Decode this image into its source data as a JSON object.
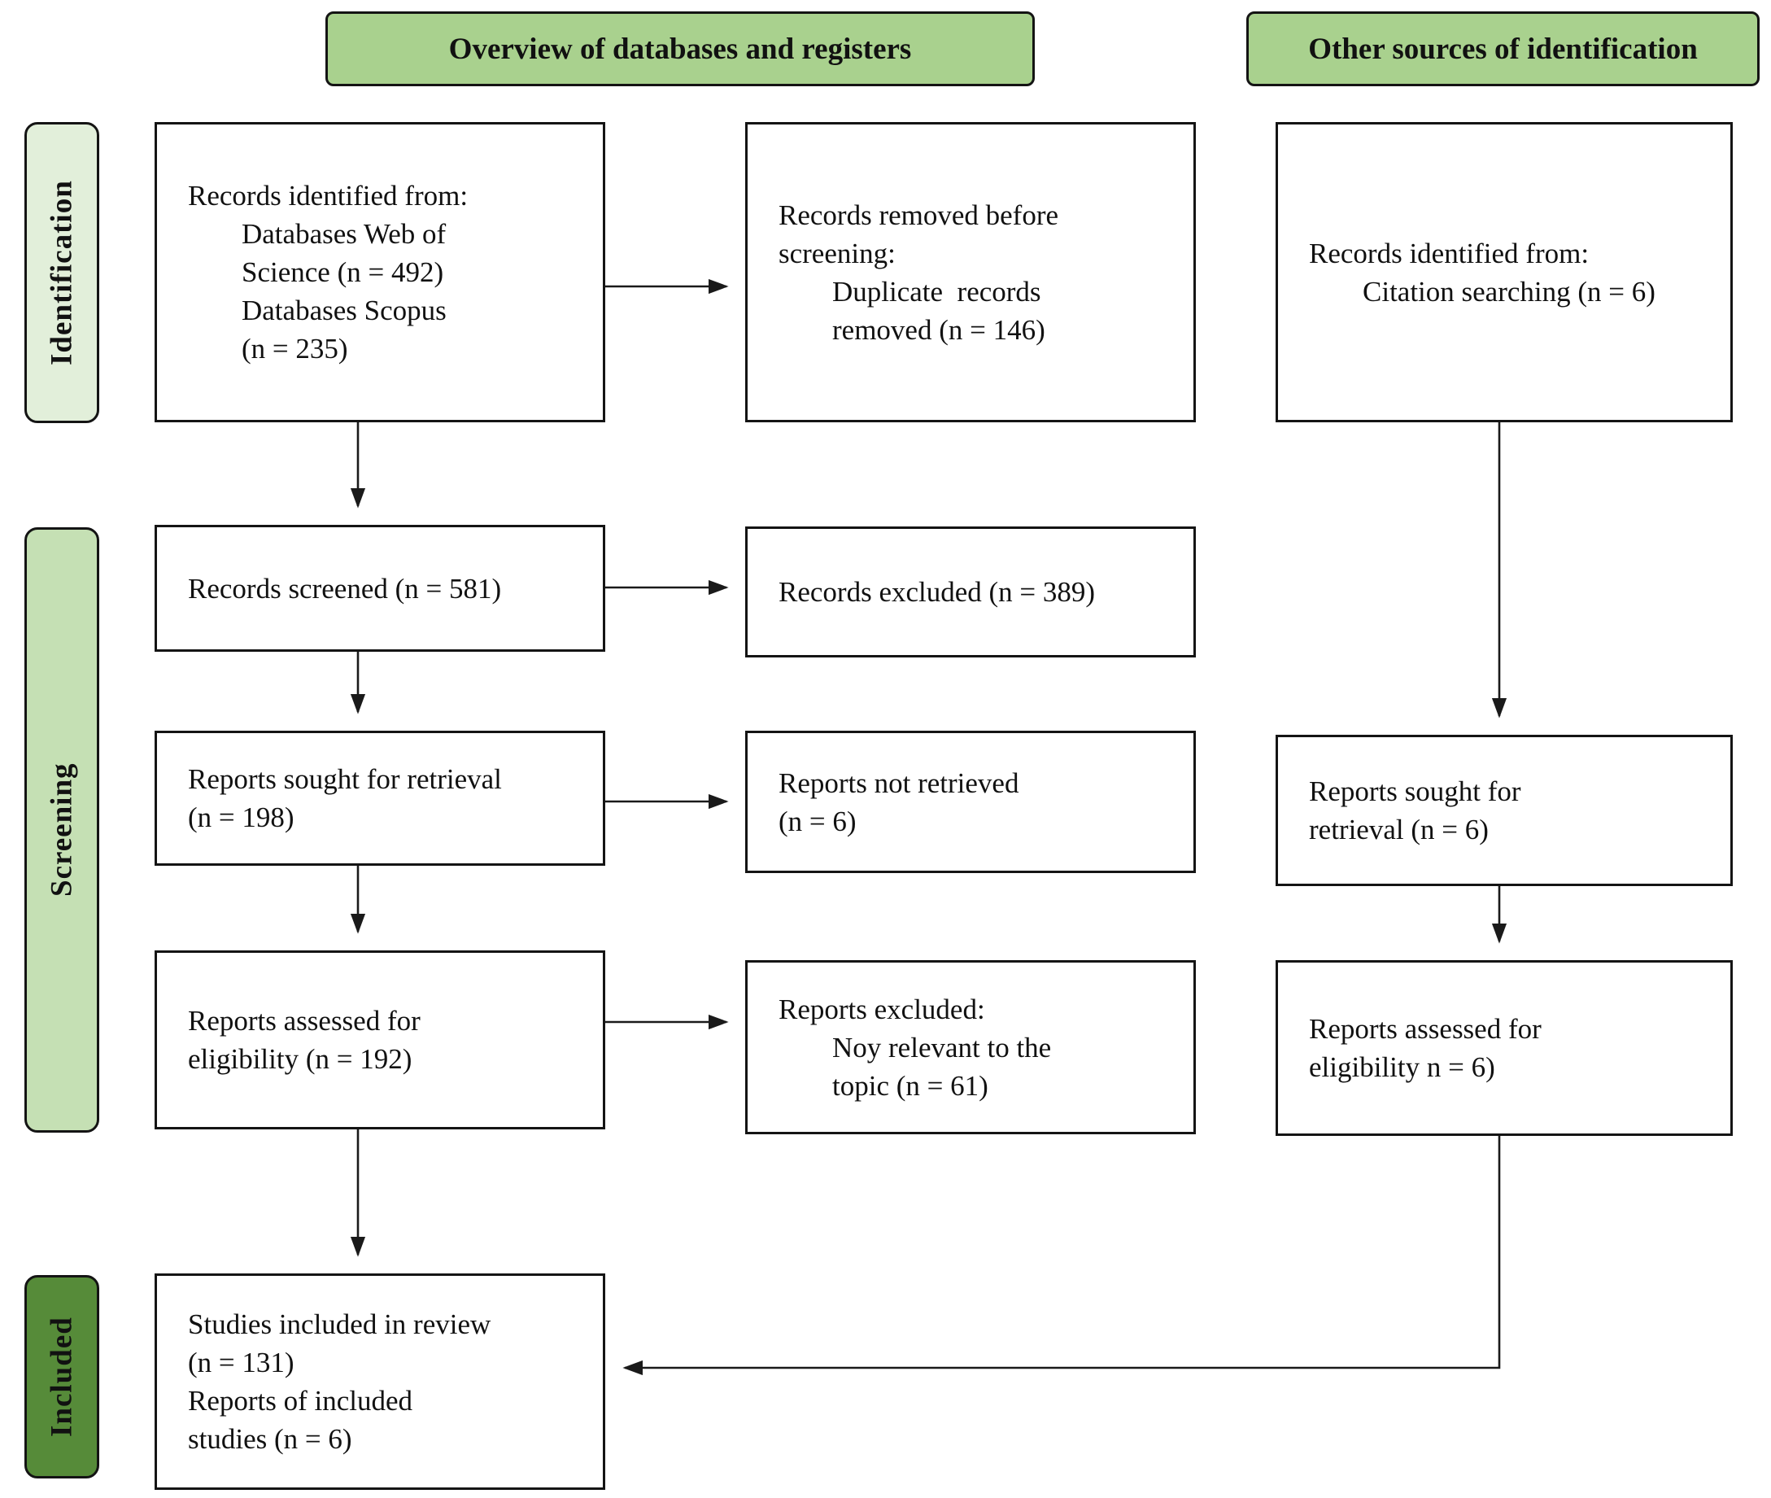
{
  "headers": [
    {
      "label": "Overview of databases and registers"
    },
    {
      "label": "Other sources of identification"
    }
  ],
  "stage_labels": [
    {
      "label": "Identification"
    },
    {
      "label": "Screening"
    },
    {
      "label": "Included"
    }
  ],
  "boxes": {
    "records_identified": {
      "lines": [
        "Records identified from:",
        "Databases Web of",
        "Science (n = 492)",
        "Databases Scopus",
        "(n = 235)"
      ]
    },
    "records_removed": {
      "lines": [
        "Records removed before",
        "screening:",
        "Duplicate  records",
        "removed (n = 146)"
      ]
    },
    "citation_identified": {
      "lines": [
        "Records identified from:",
        "Citation searching (n = 6)"
      ]
    },
    "records_screened": {
      "lines": [
        "Records screened (n = 581)"
      ]
    },
    "records_excluded": {
      "lines": [
        "Records excluded (n = 389)"
      ]
    },
    "reports_sought": {
      "lines": [
        "Reports sought for retrieval",
        "(n = 198)"
      ]
    },
    "reports_not_retrieved": {
      "lines": [
        "Reports not retrieved",
        "(n = 6)"
      ]
    },
    "citation_sought": {
      "lines": [
        "Reports sought for",
        "retrieval (n = 6)"
      ]
    },
    "reports_assessed": {
      "lines": [
        "Reports assessed for",
        "eligibility (n = 192)"
      ]
    },
    "reports_excluded": {
      "lines": [
        "Reports excluded:",
        "Noy relevant to the",
        "topic (n = 61)"
      ]
    },
    "citation_assessed": {
      "lines": [
        "Reports assessed for",
        "eligibility n = 6)"
      ]
    },
    "studies_included": {
      "lines": [
        "Studies included in review",
        "(n = 131)",
        "Reports of included",
        "studies (n = 6)"
      ]
    }
  },
  "colors": {
    "header_green": "#a9d18e",
    "identification_green": "#e2efda",
    "screening_green": "#c5e0b4",
    "included_green": "#568b39",
    "line": "#1a1a1a"
  }
}
